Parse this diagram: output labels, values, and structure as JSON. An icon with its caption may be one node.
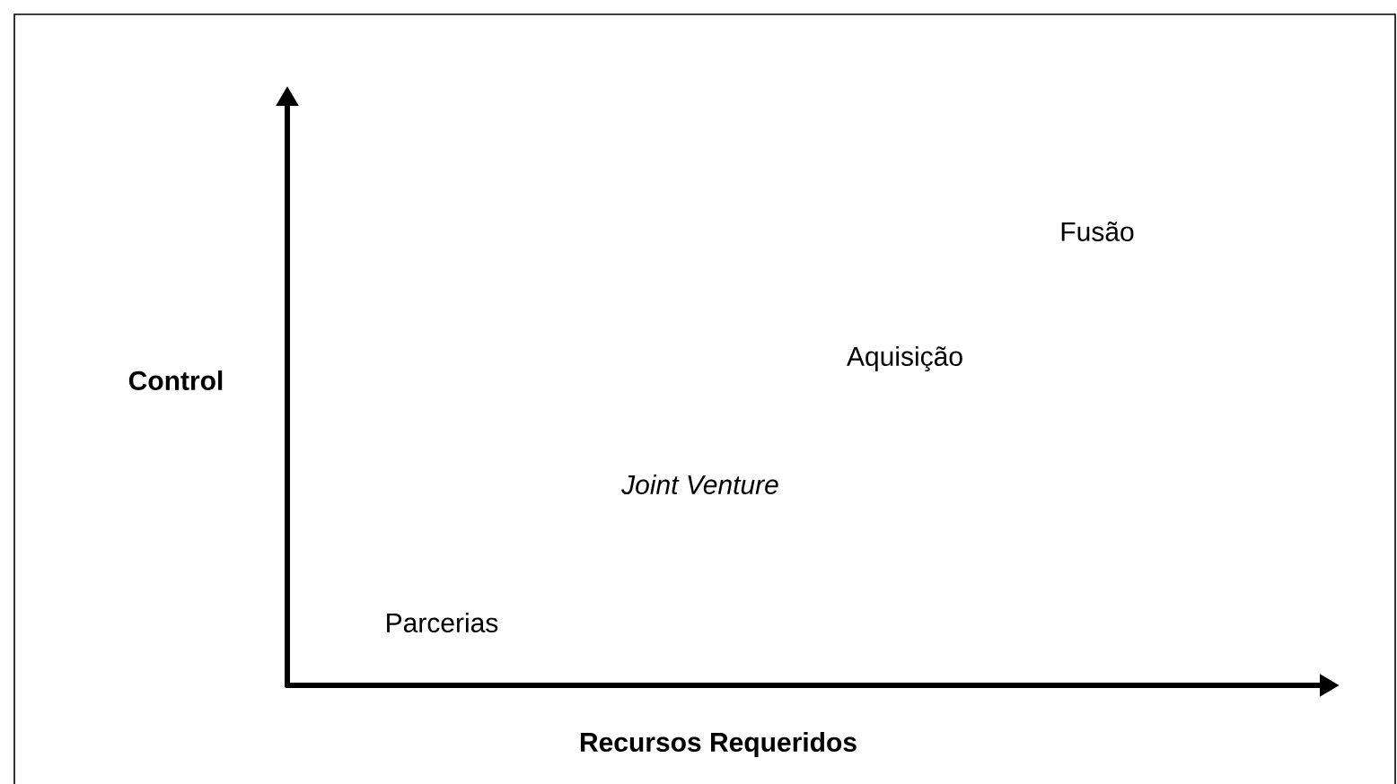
{
  "diagram": {
    "labels": [
      "Fusão",
      "Control",
      "Aquisição",
      "Joint Venture",
      "Parcerias",
      "Recursos Requeridos"
    ]
  }
}
